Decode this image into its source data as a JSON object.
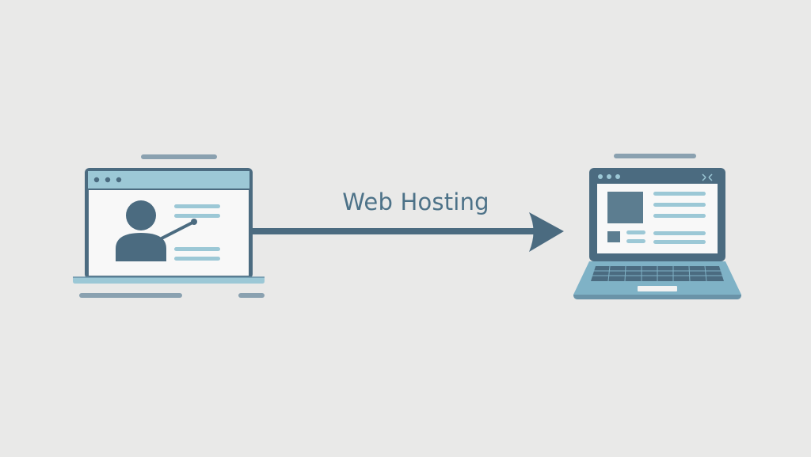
{
  "diagram": {
    "arrow_label": "Web Hosting",
    "colors": {
      "background": "#e9e9e8",
      "dark": "#4b6b80",
      "medium": "#6a93a8",
      "light": "#9cc8d6",
      "screen": "#f8f8f8",
      "muted": "#8aa1b0"
    },
    "nodes": [
      {
        "id": "client-laptop",
        "icon": "laptop-user-icon"
      },
      {
        "id": "hosted-laptop",
        "icon": "laptop-website-icon"
      }
    ]
  }
}
